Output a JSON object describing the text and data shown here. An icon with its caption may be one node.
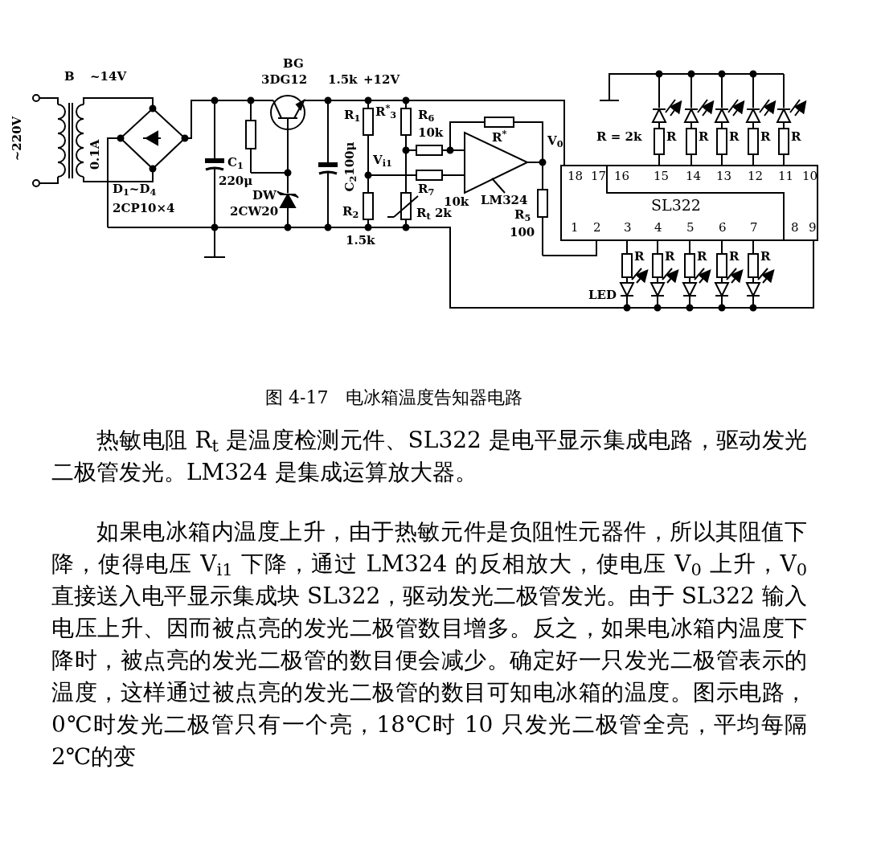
{
  "diagram": {
    "caption": "图 4-17　电冰箱温度告知器电路",
    "nodes": [
      {
        "text": [
          "18",
          "17",
          "16",
          "15",
          "14",
          "13",
          "12",
          "11",
          "10",
          "SL322",
          "1",
          "2",
          "3",
          "4",
          "5",
          "6",
          "7",
          "8",
          "9"
        ]
      }
    ],
    "labels": [
      "~220V",
      "B",
      "~14V",
      "0.1A",
      "D$_{1}$~D$_{4}$",
      "2CP10×4",
      "C$_{1}$",
      "220μ",
      "BG",
      "3DG12",
      "DW",
      "2CW20",
      "1.5k",
      "+12V",
      "C$_{2}$100μ",
      "R$_{1}$",
      "R$^{*}$$_{3}$",
      "R$_{6}$",
      "10k",
      "V$_{i1}$",
      "R$_{2}$",
      "1.5k",
      "R$_{7}$",
      "10k",
      "R$_{t}$ 2k",
      "R$^{*}$",
      "V$_{0}$",
      "LM324",
      "R$_{5}$",
      "100",
      "R = 2k",
      "R",
      "R",
      "R",
      "R",
      "R",
      "R",
      "R",
      "R",
      "R",
      "R",
      "LED",
      "热敏电阻 R$_{t}$ 是温度检测元件、SL322 是电平显示集成电路，驱动发光二极管发光。LM324 是集成运算放大器。",
      "如果电冰箱内温度上升，由于热敏元件是负阻性元器件，所以其阻值下降，使得电压 V$_{i1}$ 下降，通过 LM324 的反相放大，使电压 V$_{0}$ 上升，V$_{0}$ 直接送入电平显示集成块 SL322，驱动发光二极管发光。由于 SL322 输入电压上升、因而被点亮的发光二极管数目增多。反之，如果电冰箱内温度下降时，被点亮的发光二极管的数目便会减少。确定好一只发光二极管表示的温度，这样通过被点亮的发光二极管的数目可知电冰箱的温度。图示电路，0℃时发光二极管只有一个亮，18℃时 10 只发光二极管全亮，平均每隔 2℃的变"
    ]
  }
}
